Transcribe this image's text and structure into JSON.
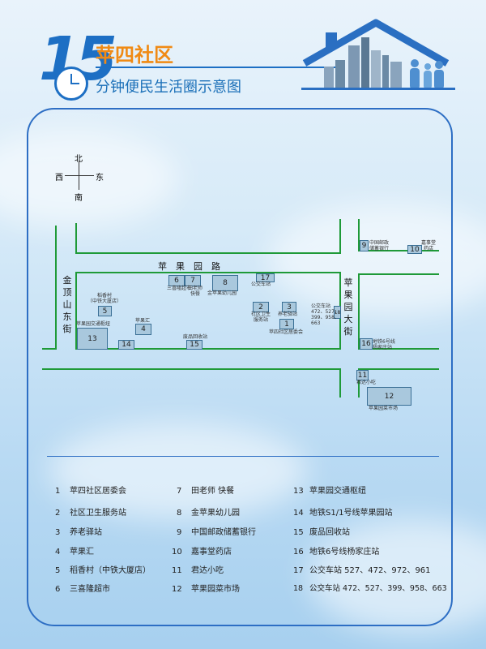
{
  "header": {
    "logo_number": "15",
    "title": "苹四社区",
    "subtitle": "分钟便民生活圈示意图"
  },
  "compass": {
    "north": "北",
    "south": "南",
    "west": "西",
    "east": "东"
  },
  "streets": {
    "top": "苹　果　园　路",
    "left": "金顶山东街",
    "right": "苹果园大街"
  },
  "map_markers": [
    {
      "id": "1",
      "label": "苹四社区居委会"
    },
    {
      "id": "2",
      "label": "社区卫生\n服务站"
    },
    {
      "id": "3",
      "label": "养老驿站"
    },
    {
      "id": "4",
      "label": "苹果汇"
    },
    {
      "id": "5",
      "label": "稻香村\n（中铁大厦店）"
    },
    {
      "id": "6",
      "label": "三喜隆超市"
    },
    {
      "id": "7",
      "label": "田老师\n快餐"
    },
    {
      "id": "8",
      "label": "金苹果幼儿园"
    },
    {
      "id": "9",
      "label": "中国邮政\n储蓄银行"
    },
    {
      "id": "10",
      "label": "嘉事堂\n药店"
    },
    {
      "id": "11",
      "label": "君达小吃"
    },
    {
      "id": "12",
      "label": "苹果园菜市场"
    },
    {
      "id": "13",
      "label": "苹果园交通枢纽"
    },
    {
      "id": "14",
      "label": ""
    },
    {
      "id": "15",
      "label": "废品回收站"
    },
    {
      "id": "16",
      "label": "地铁6号线\n杨家庄站"
    },
    {
      "id": "17",
      "label": "公交车站"
    },
    {
      "id": "18",
      "label": "公交车站\n472、527、\n399、958、\n663"
    }
  ],
  "legend": [
    {
      "num": "1",
      "text": "苹四社区居委会"
    },
    {
      "num": "2",
      "text": "社区卫生服务站"
    },
    {
      "num": "3",
      "text": "养老驿站"
    },
    {
      "num": "4",
      "text": "苹果汇"
    },
    {
      "num": "5",
      "text": "稻香村（中铁大厦店）"
    },
    {
      "num": "6",
      "text": "三喜隆超市"
    },
    {
      "num": "7",
      "text": "田老师 快餐"
    },
    {
      "num": "8",
      "text": "金苹果幼儿园"
    },
    {
      "num": "9",
      "text": "中国邮政储蓄银行"
    },
    {
      "num": "10",
      "text": "嘉事堂药店"
    },
    {
      "num": "11",
      "text": "君达小吃"
    },
    {
      "num": "12",
      "text": "苹果园菜市场"
    },
    {
      "num": "13",
      "text": "苹果园交通枢纽"
    },
    {
      "num": "14",
      "text": "地铁S1/1号线苹果园站"
    },
    {
      "num": "15",
      "text": "废品回收站"
    },
    {
      "num": "16",
      "text": "地铁6号线杨家庄站"
    },
    {
      "num": "17",
      "text": "公交车站 527、472、972、961"
    },
    {
      "num": "18",
      "text": "公交车站 472、527、399、958、663"
    }
  ],
  "colors": {
    "road": "#1f9a38",
    "accent_blue": "#1d6fc4",
    "title_orange": "#f08a14",
    "marker_fill": "#a9c8dd"
  }
}
